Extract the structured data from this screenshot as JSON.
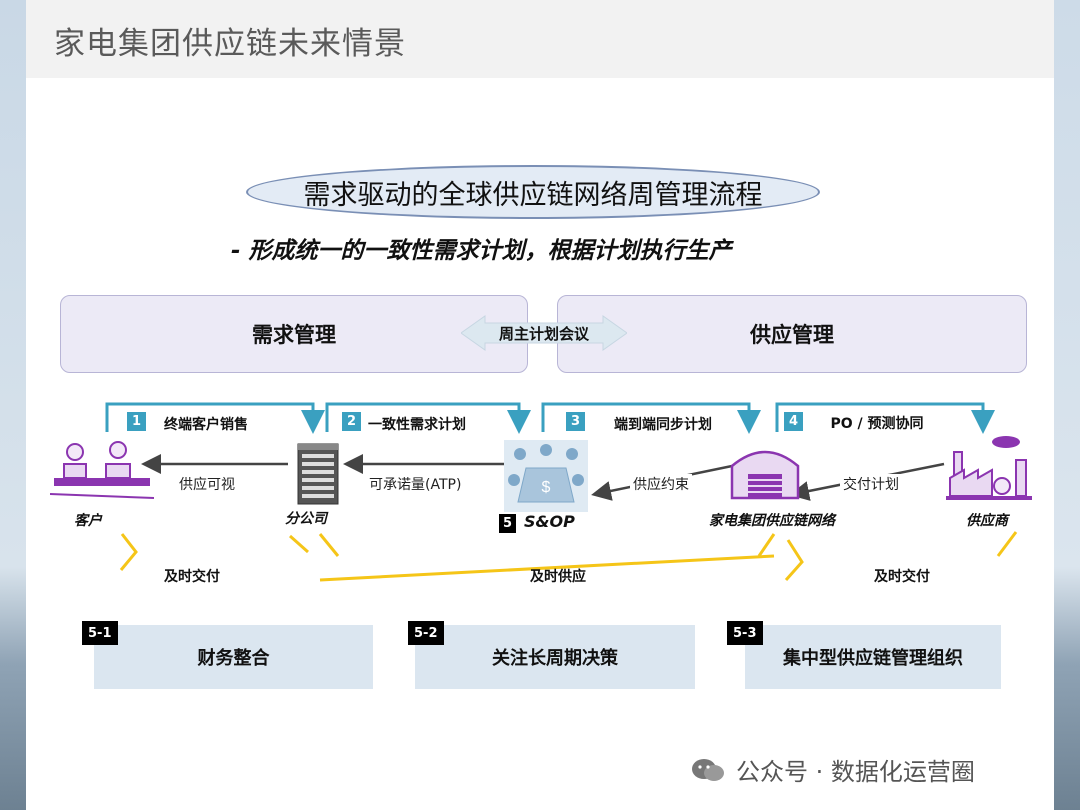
{
  "page_title": "家电集团供应链未来情景",
  "diagram_title": "需求驱动的全球供应链网络周管理流程",
  "subtitle": "- 形成统一的一致性需求计划，根据计划执行生产",
  "panels": {
    "demand": "需求管理",
    "supply": "供应管理",
    "meeting": "周主计划会议"
  },
  "steps": [
    {
      "num": "1",
      "label": "终端客户销售"
    },
    {
      "num": "2",
      "label": "一致性需求计划"
    },
    {
      "num": "3",
      "label": "端到端同步计划"
    },
    {
      "num": "4",
      "label": "PO / 预测协同"
    }
  ],
  "flows": {
    "visibility": "供应可视",
    "atp": "可承诺量(ATP)",
    "constraint": "供应约束",
    "delivery_plan": "交付计划"
  },
  "nodes": {
    "customer": "客户",
    "branch": "分公司",
    "sop_num": "5",
    "sop": "S&OP",
    "network": "家电集团供应链网络",
    "supplier": "供应商"
  },
  "ontime": {
    "left": "及时交付",
    "middle": "及时供应",
    "right": "及时交付"
  },
  "subs": [
    {
      "tag": "5-1",
      "label": "财务整合"
    },
    {
      "tag": "5-2",
      "label": "关注长周期决策"
    },
    {
      "tag": "5-3",
      "label": "集中型供应链管理组织"
    }
  ],
  "watermark": "公众号 · 数据化运营圈",
  "colors": {
    "step_blue": "#3aa0c0",
    "arrow_yellow": "#f5c518",
    "panel_fill": "#eceaf6",
    "sub_fill": "#dbe6f0",
    "icon_purple": "#8b35b0"
  }
}
